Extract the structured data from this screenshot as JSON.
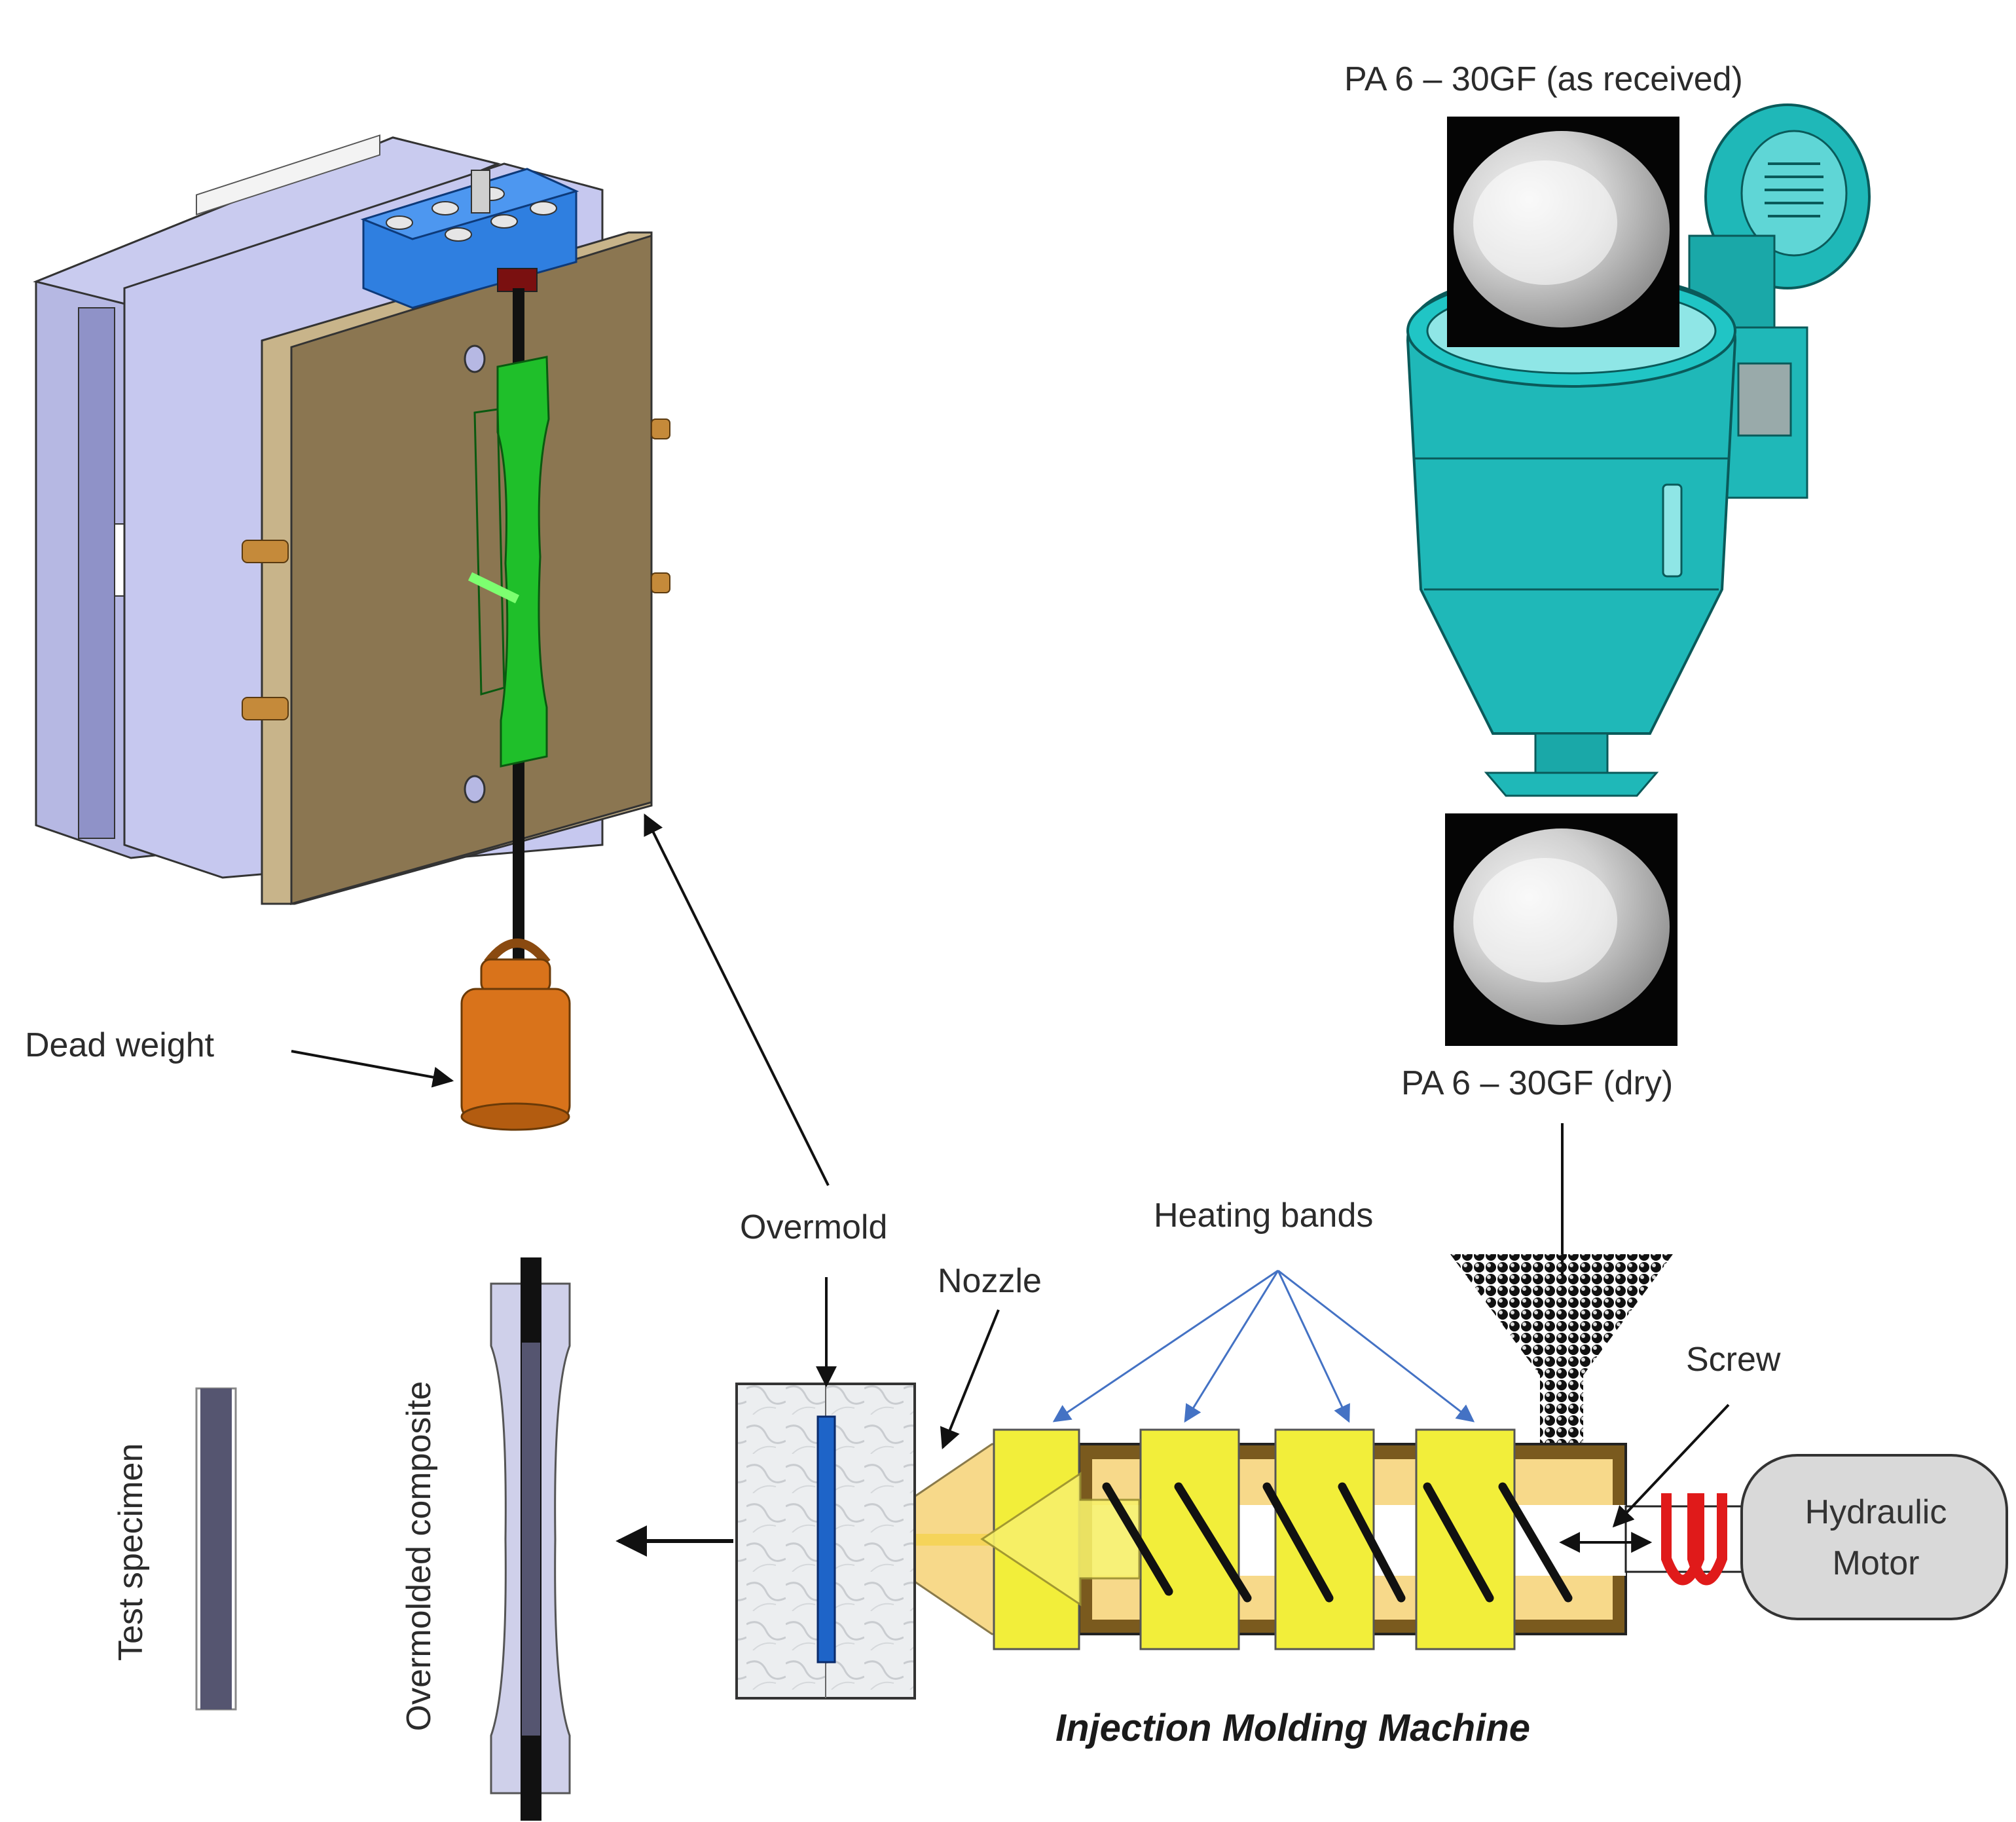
{
  "labels": {
    "pa6_received": "PA 6 – 30GF (as received)",
    "pa6_dry": "PA 6 – 30GF (dry)",
    "dead_weight": "Dead weight",
    "overmold": "Overmold",
    "nozzle": "Nozzle",
    "heating_bands": "Heating bands",
    "screw": "Screw",
    "hydraulic": "Hydraulic",
    "motor": "Motor",
    "test_specimen": "Test specimen",
    "overmolded_composite": "Overmolded composite",
    "machine_title": "Injection Molding Machine"
  },
  "colors": {
    "mold_brown": "#8b7651",
    "mold_tan": "#c8b48a",
    "plate_lavender": "#b6b8e3",
    "clamp_blue": "#2f7fe0",
    "specimen_green": "#1fbf2a",
    "dryer_teal": "#1fb8b8",
    "weight_orange": "#d9731b",
    "band_yellow": "#f2ee3a",
    "barrel_brown": "#7a5a1e",
    "barrel_inner": "#f7d98a",
    "motor_gray": "#d9d9d9",
    "arrow_blue": "#4472c4",
    "specimen_dark": "#555570"
  }
}
